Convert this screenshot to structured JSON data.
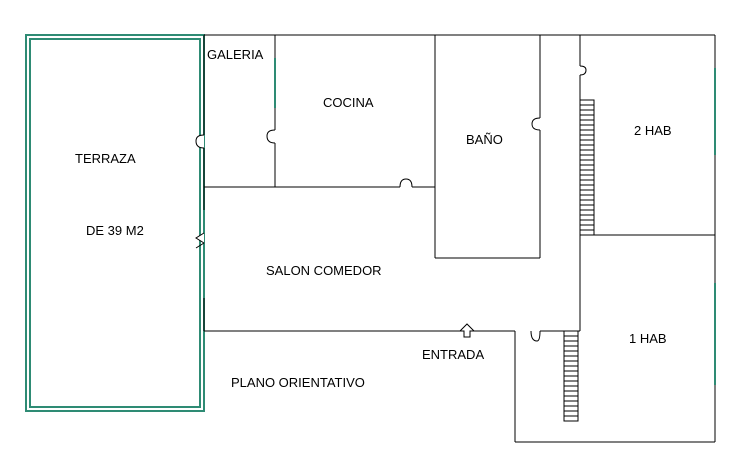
{
  "colors": {
    "wall": "#000000",
    "window": "#2e8b74",
    "background": "#ffffff"
  },
  "rooms": {
    "terraza": "TERRAZA",
    "terraza_area": "DE 39 M2",
    "galeria": "GALERIA",
    "cocina": "COCINA",
    "bano": "BAÑO",
    "hab2": "2 HAB",
    "salon": "SALON COMEDOR",
    "hab1": "1 HAB"
  },
  "labels": {
    "entrada": "ENTRADA",
    "plano": "PLANO ORIENTATIVO"
  },
  "icons": {
    "entrance": "entrance-arrow-icon"
  }
}
